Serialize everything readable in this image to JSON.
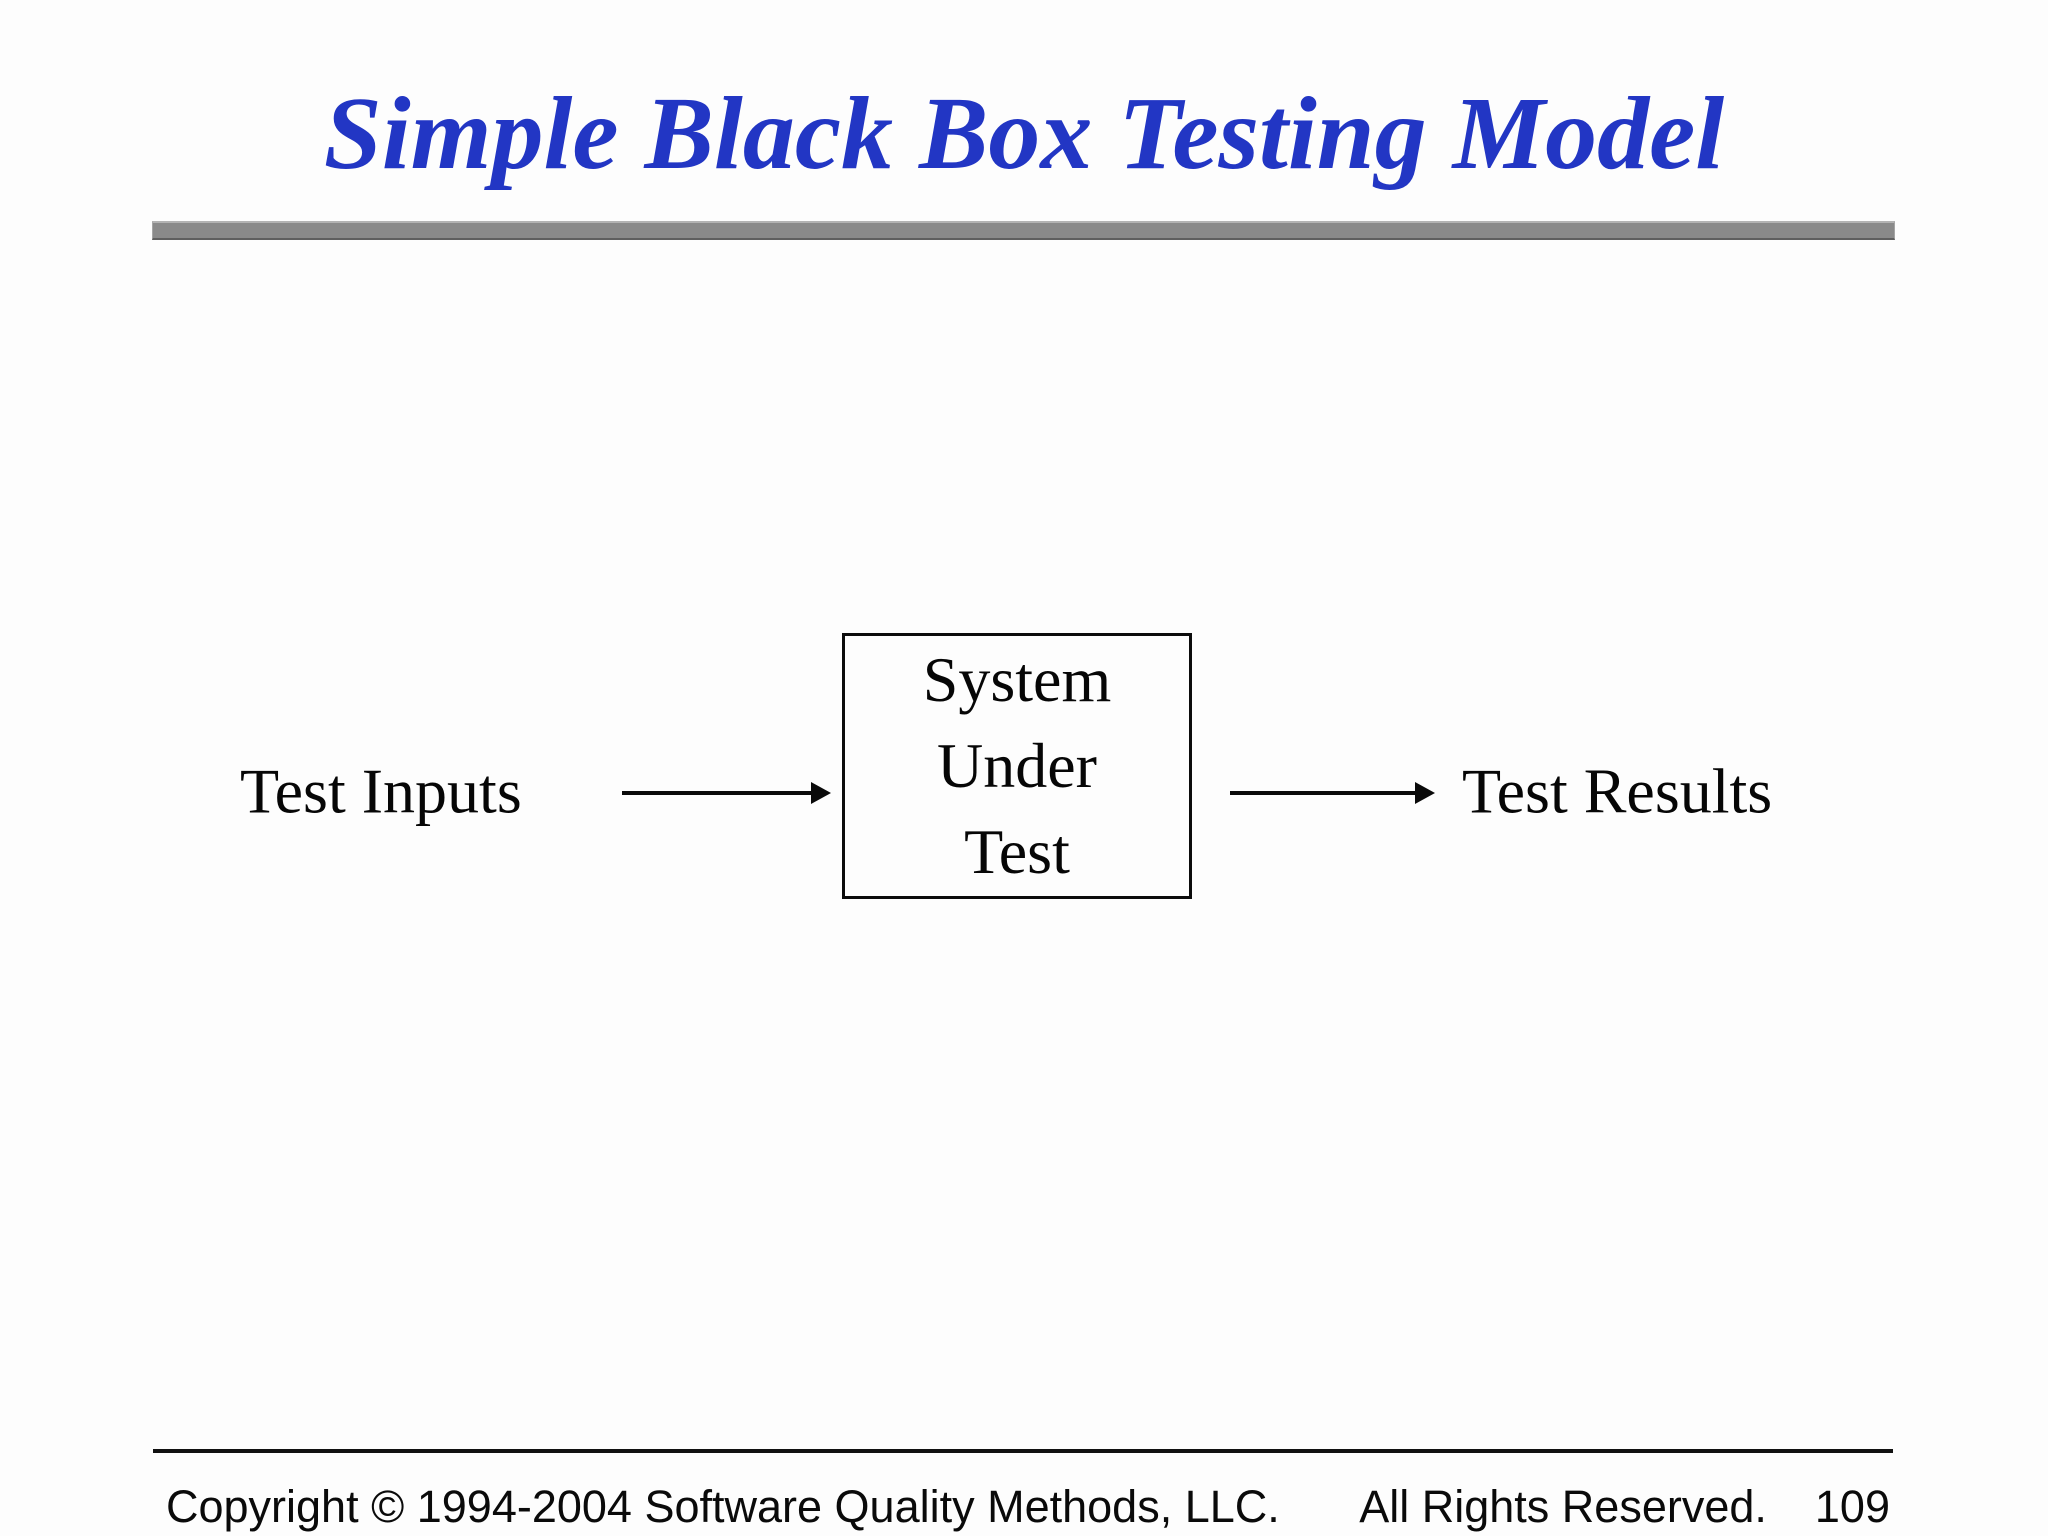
{
  "slide": {
    "title": "Simple Black Box Testing Model"
  },
  "diagram": {
    "input_label": "Test Inputs",
    "box": {
      "line1": "System",
      "line2": "Under",
      "line3": "Test"
    },
    "output_label": "Test Results"
  },
  "footer": {
    "copyright": "Copyright © 1994-2004 Software Quality Methods, LLC.",
    "rights": "All Rights Reserved.",
    "page_number": "109"
  },
  "colors": {
    "title_blue": "#2236c4",
    "rule_gray": "#8a8a8a"
  }
}
